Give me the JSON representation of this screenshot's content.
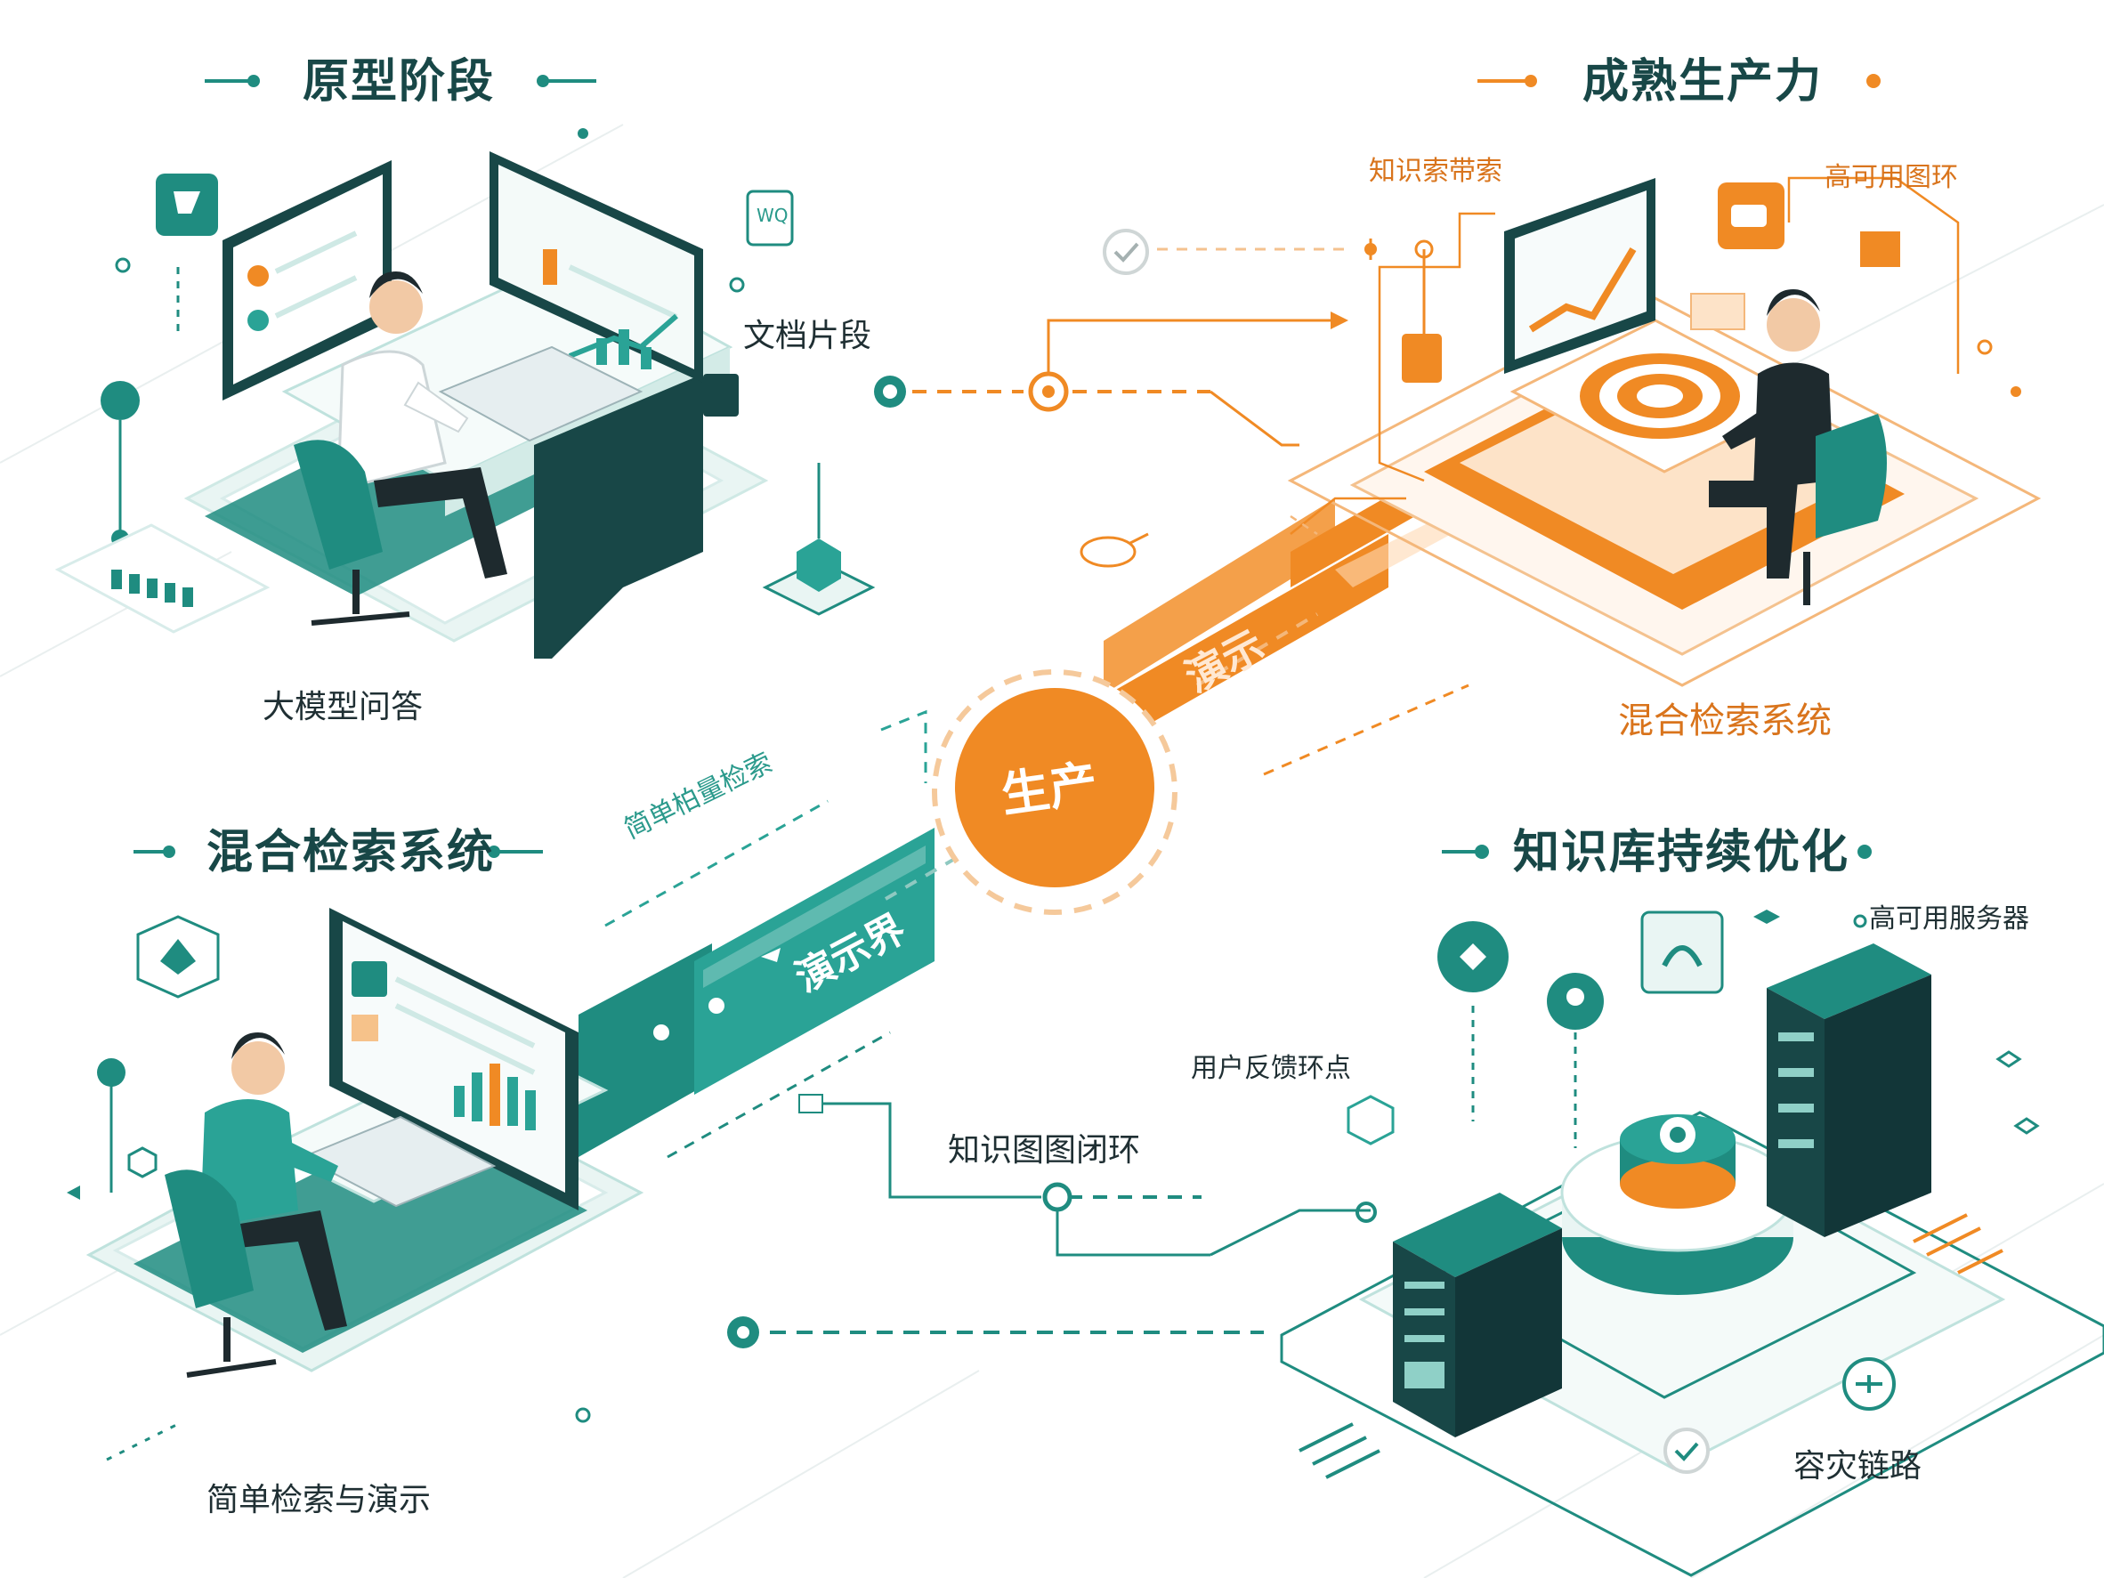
{
  "colors": {
    "teal": "#1f8c80",
    "teal_dark": "#184747",
    "teal_light": "#cfe9e5",
    "orange": "#f08a24",
    "orange_light": "#fde3c8",
    "ink": "#1f2f33"
  },
  "quadrants": {
    "prototype": {
      "title": "原型阶段",
      "label_docs": "文档片段",
      "label_llm_qa": "大模型问答",
      "badge_text": "WQ"
    },
    "mature": {
      "title": "成熟生产力",
      "label_knowledge_search": "知识索带索",
      "label_ha_graph": "高可用图环",
      "label_hybrid": "混合检索系统"
    },
    "hybrid": {
      "title": "混合检索系统",
      "label_simple_search": "简单检索与演示"
    },
    "kb_optimize": {
      "title": "知识库持续优化",
      "label_ha_server": "高可用服务器",
      "label_feedback": "用户反馈环点",
      "label_graph_loop": "知识图图闭环",
      "label_dr": "容灾链路"
    }
  },
  "center": {
    "production_label": "生产",
    "orange_band_label": "演示",
    "teal_band_label": "演示界",
    "diag_label": "简单柏量检索"
  },
  "icons": [
    "chat-icon",
    "check-icon",
    "target-icon",
    "server-icon",
    "database-icon",
    "map-pin-icon",
    "person-icon",
    "chart-icon"
  ]
}
